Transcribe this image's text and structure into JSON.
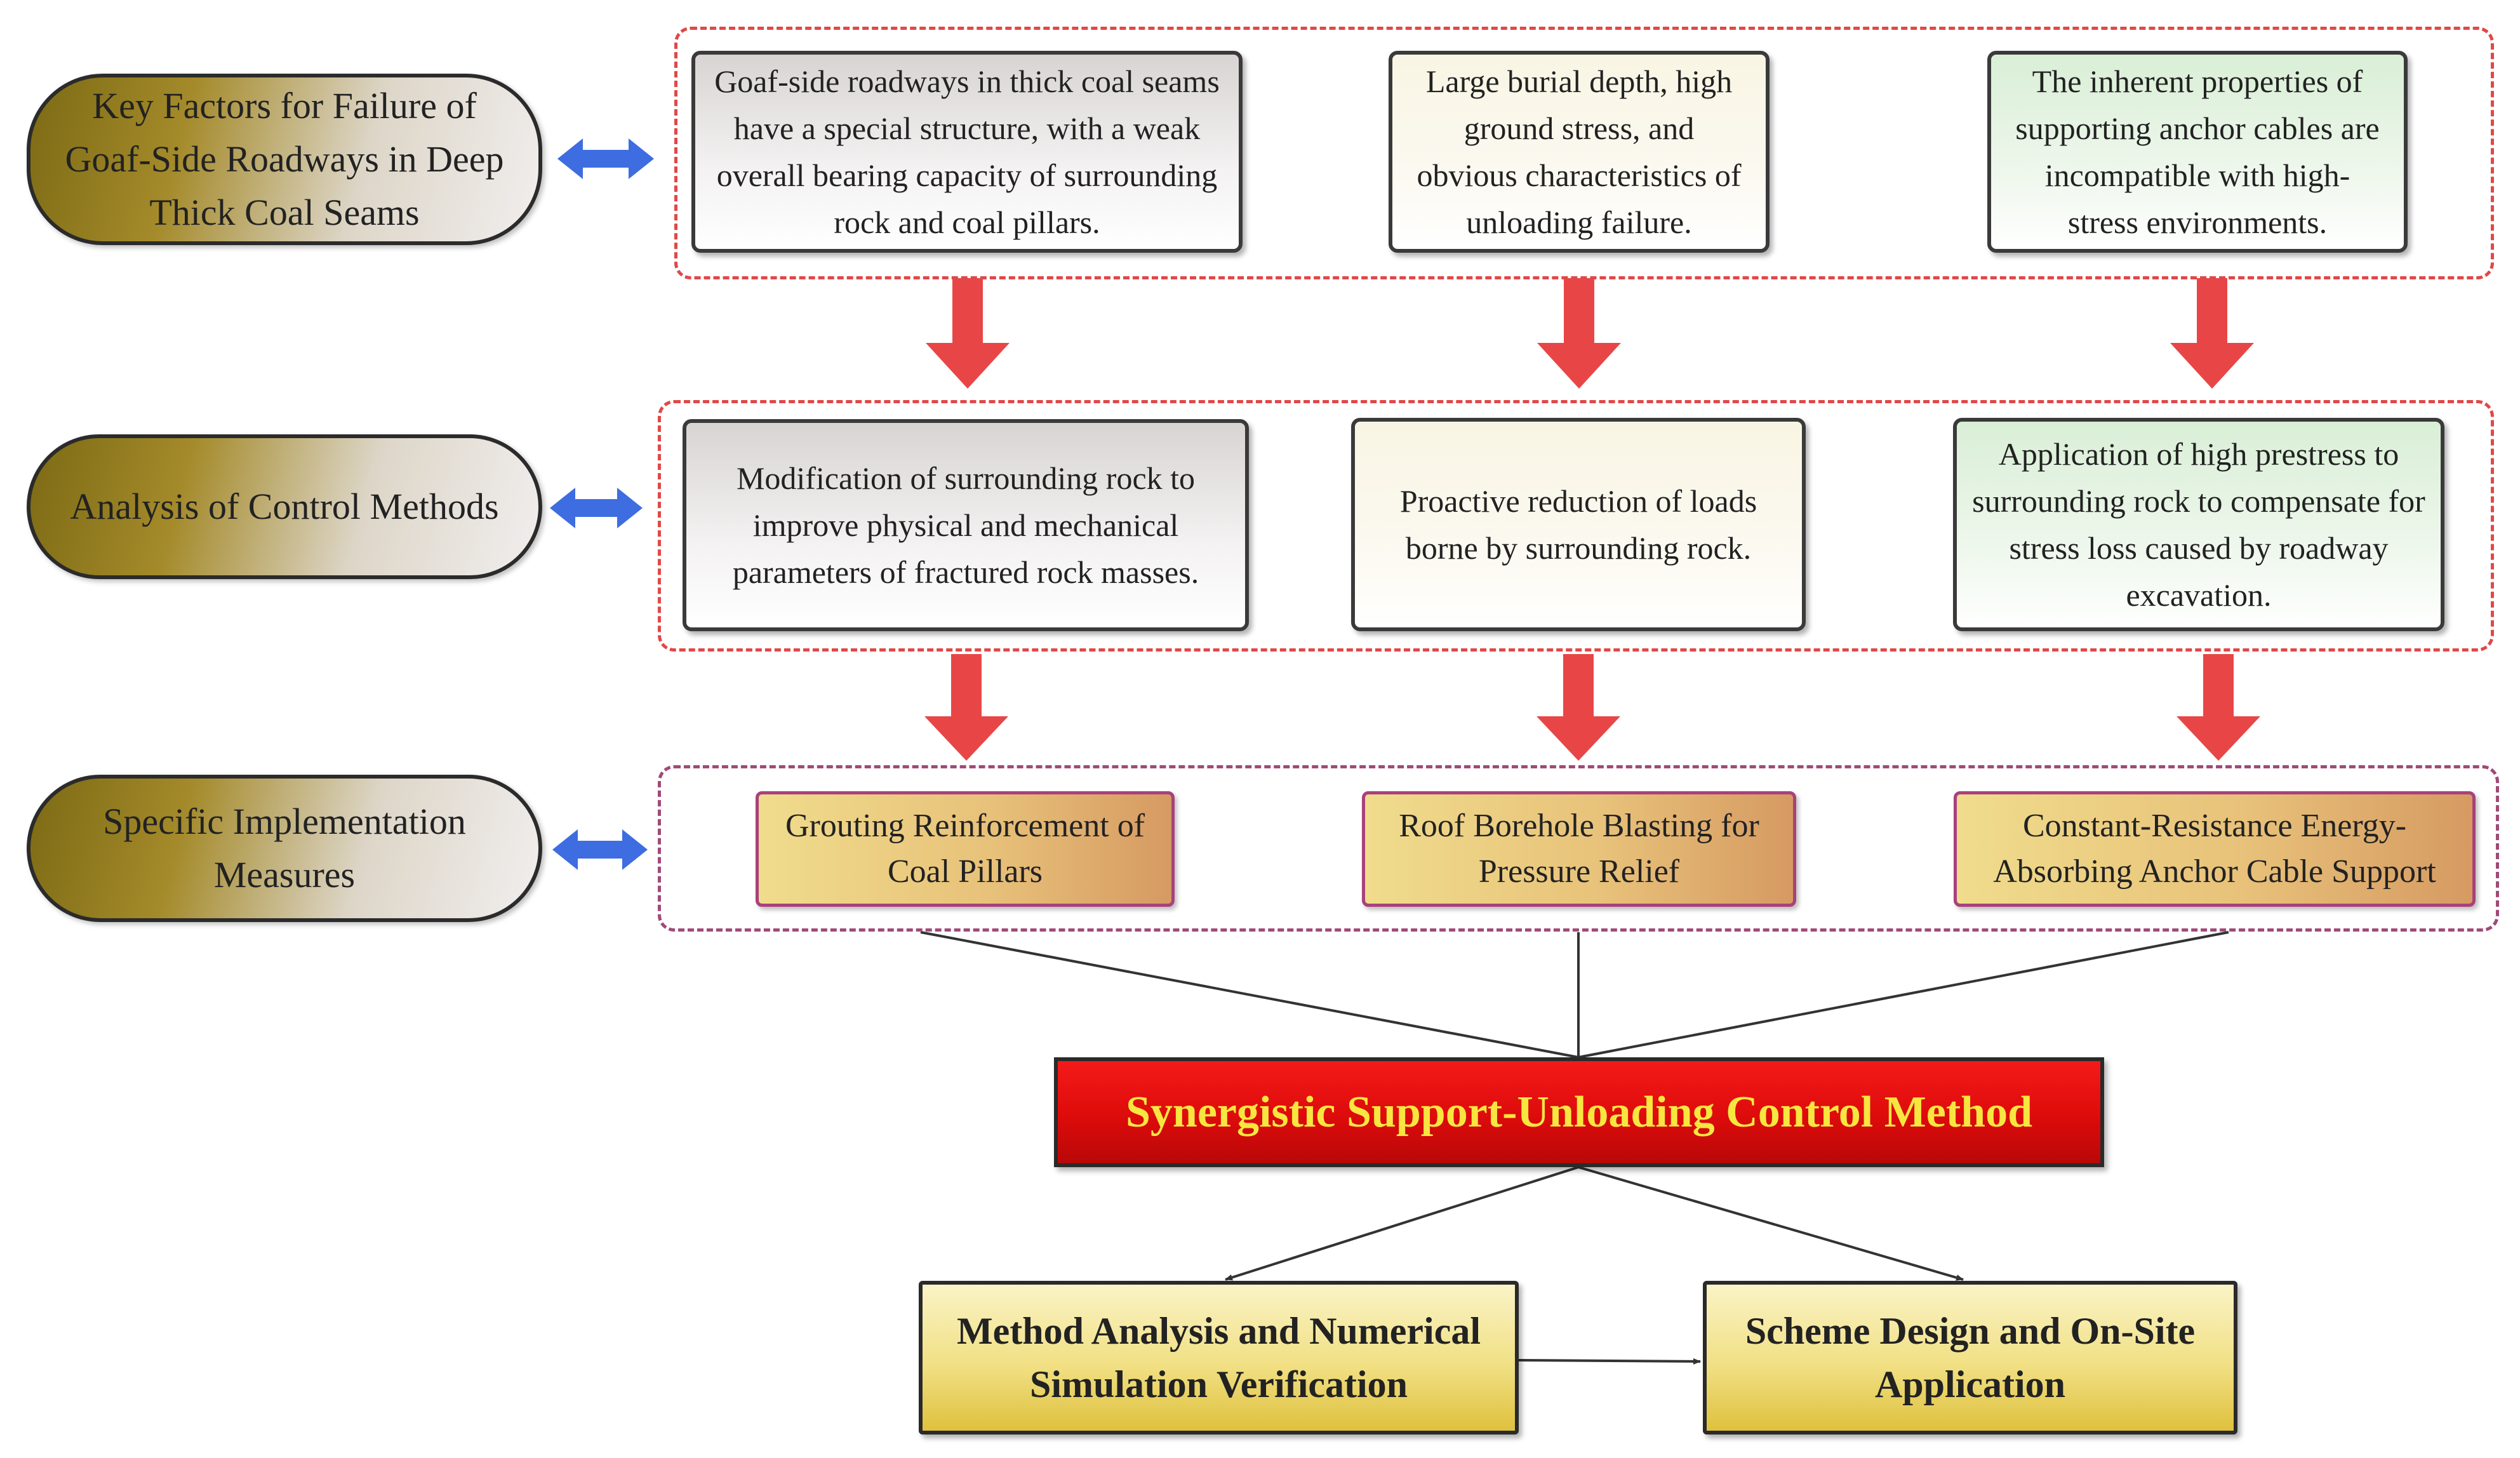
{
  "rows": [
    {
      "label": "Key Factors for Failure of Goaf-Side Roadways in Deep Thick Coal Seams",
      "items": [
        "Goaf-side roadways in thick coal seams have a special structure, with a weak overall bearing capacity of surrounding rock and coal pillars.",
        "Large burial depth, high ground stress, and obvious characteristics of unloading failure.",
        "The inherent properties of supporting anchor cables are incompatible with high-stress environments."
      ]
    },
    {
      "label": "Analysis of Control Methods",
      "items": [
        "Modification of surrounding rock to improve physical and mechanical parameters of fractured rock masses.",
        "Proactive reduction of loads borne by surrounding rock.",
        "Application of high prestress to surrounding rock to compensate for stress loss caused by roadway excavation."
      ]
    },
    {
      "label": "Specific Implementation Measures",
      "items": [
        "Grouting Reinforcement of Coal Pillars",
        "Roof Borehole Blasting for Pressure Relief",
        "Constant-Resistance Energy-Absorbing Anchor Cable Support"
      ]
    }
  ],
  "core_method": "Synergistic Support-Unloading Control Method",
  "outcomes": [
    "Method Analysis and Numerical Simulation Verification",
    "Scheme Design and On-Site Application"
  ],
  "colors": {
    "down_arrow": "#e84646",
    "double_arrow": "#3d6de0",
    "core_text": "#f8e640"
  }
}
